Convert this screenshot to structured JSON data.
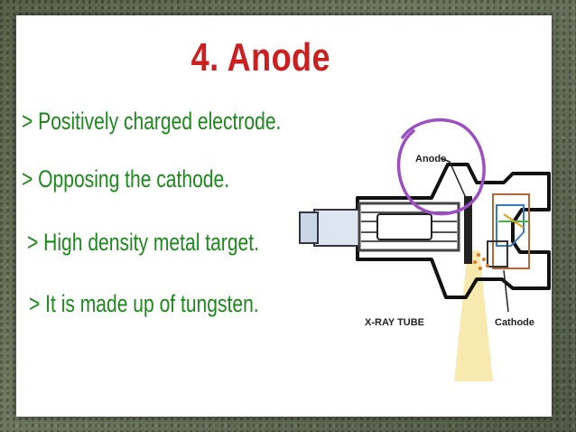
{
  "slide": {
    "title": "4. Anode",
    "bullets": [
      "> Positively charged electrode.",
      "> Opposing the cathode.",
      "> High density metal target.",
      "> It is made up of tungsten."
    ]
  },
  "diagram": {
    "anode_label": "Anode",
    "tube_label": "X-RAY TUBE",
    "cathode_label": "Cathode"
  },
  "colors": {
    "title": "#cc1f1f",
    "bullets": "#1b8a1b",
    "circle_annotation": "#9b4fc2",
    "beam": "#f7e7a6"
  }
}
